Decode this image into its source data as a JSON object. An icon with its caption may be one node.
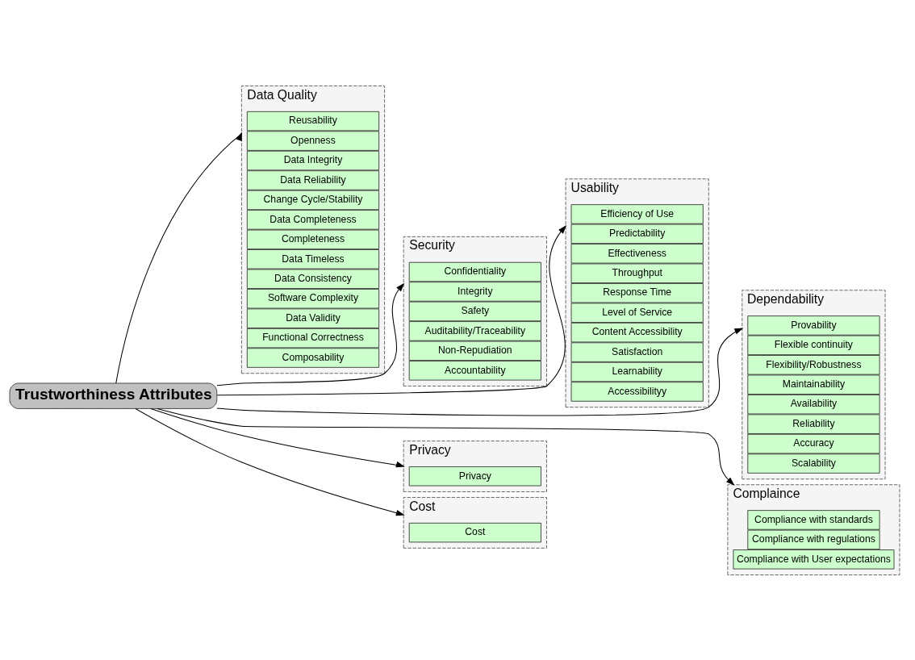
{
  "diagram": {
    "nodes": [
      {
        "text": [
          "Data Quality"
        ]
      },
      {
        "text": [
          "Reusability"
        ],
        "in": 0
      },
      {
        "text": [
          "Openness"
        ],
        "in": 0
      },
      {
        "text": [
          "Data Integrity"
        ],
        "in": 0
      },
      {
        "text": [
          "Data Reliability"
        ],
        "in": 0
      },
      {
        "text": [
          "Change Cycle/Stability"
        ],
        "in": 0
      },
      {
        "text": [
          "Data Completeness"
        ],
        "in": 0
      },
      {
        "text": [
          "Completeness"
        ],
        "in": 0
      },
      {
        "text": [
          "Data Timeless"
        ],
        "in": 0
      },
      {
        "text": [
          "Data Consistency"
        ],
        "in": 0
      },
      {
        "text": [
          "Software Complexity"
        ],
        "in": 0
      },
      {
        "text": [
          "Data Validity"
        ],
        "in": 0
      },
      {
        "text": [
          "Functional Correctness"
        ],
        "in": 0
      },
      {
        "text": [
          "Composability"
        ],
        "in": 0
      },
      {
        "text": [
          "Security"
        ]
      },
      {
        "text": [
          "Confidentiality"
        ],
        "in": 14
      },
      {
        "text": [
          "Integrity"
        ],
        "in": 14
      },
      {
        "text": [
          "Safety"
        ],
        "in": 14
      },
      {
        "text": [
          "Auditability/Traceability"
        ],
        "in": 14
      },
      {
        "text": [
          "Non-Repudiation"
        ],
        "in": 14
      },
      {
        "text": [
          "Accountability"
        ],
        "in": 14
      },
      {
        "text": [
          "Usability"
        ]
      },
      {
        "text": [
          "Efficiency of Use"
        ],
        "in": 21
      },
      {
        "text": [
          "Predictability"
        ],
        "in": 21
      },
      {
        "text": [
          "Effectiveness"
        ],
        "in": 21
      },
      {
        "text": [
          "Throughput"
        ],
        "in": 21
      },
      {
        "text": [
          "Response Time"
        ],
        "in": 21
      },
      {
        "text": [
          "Level of Service"
        ],
        "in": 21
      },
      {
        "text": [
          "Content Accessibility"
        ],
        "in": 21
      },
      {
        "text": [
          "Satisfaction"
        ],
        "in": 21
      },
      {
        "text": [
          "Learnability"
        ],
        "in": 21
      },
      {
        "text": [
          "Accessibilityy"
        ],
        "in": 21
      },
      {
        "text": [
          "Trustworthiness Attributes"
        ]
      },
      {
        "text": [
          "Dependability"
        ]
      },
      {
        "text": [
          "Provability"
        ],
        "in": 33
      },
      {
        "text": [
          "Flexible continuity"
        ],
        "in": 33
      },
      {
        "text": [
          "Flexibility/Robustness"
        ],
        "in": 33
      },
      {
        "text": [
          "Maintainability"
        ],
        "in": 33
      },
      {
        "text": [
          "Availability"
        ],
        "in": 33
      },
      {
        "text": [
          "Reliability"
        ],
        "in": 33
      },
      {
        "text": [
          "Accuracy"
        ],
        "in": 33
      },
      {
        "text": [
          "Scalability"
        ],
        "in": 33
      },
      {
        "text": [
          "Complaince"
        ]
      },
      {
        "text": [
          "Compliance with standards"
        ],
        "in": 42
      },
      {
        "text": [
          "Compliance with regulations"
        ],
        "in": 42
      },
      {
        "text": [
          "Compliance with User expectations"
        ],
        "in": 42
      },
      {
        "text": [
          "Privacy"
        ]
      },
      {
        "text": [
          "Privacy"
        ],
        "in": 46
      },
      {
        "text": [
          "Cost"
        ]
      },
      {
        "text": [
          "Cost"
        ],
        "in": 48
      }
    ],
    "edges": [
      {
        "from": 32,
        "to": 0,
        "arrow": "to"
      },
      {
        "from": 32,
        "to": 14,
        "arrow": "to"
      },
      {
        "from": 32,
        "to": 21,
        "arrow": "to"
      },
      {
        "from": 32,
        "to": 33,
        "arrow": "to"
      },
      {
        "from": 32,
        "to": 42,
        "arrow": "to"
      },
      {
        "from": 32,
        "to": 46,
        "arrow": "to"
      },
      {
        "from": 32,
        "to": 48,
        "arrow": "to"
      }
    ]
  }
}
